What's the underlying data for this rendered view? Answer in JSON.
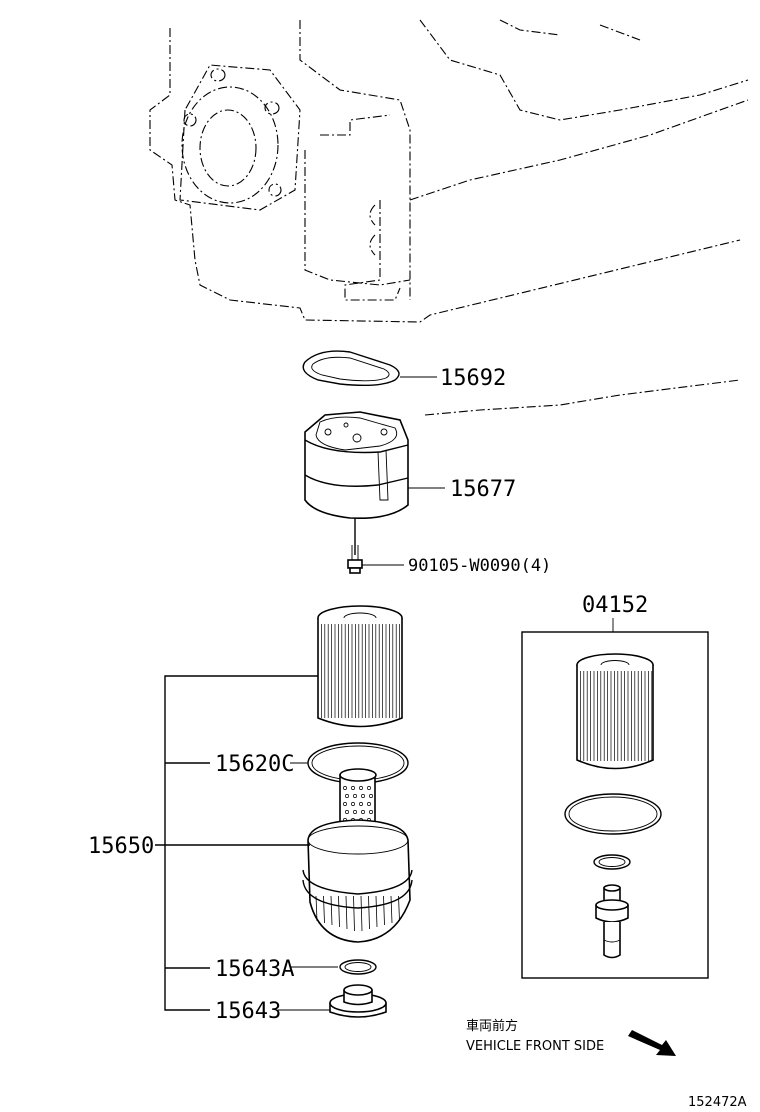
{
  "parts": {
    "gasket": "15692",
    "housing": "15677",
    "bolt": "90105-W0090(4)",
    "filter_kit": "04152",
    "cap_assembly": "15650",
    "o_ring": "15620C",
    "drain_gasket": "15643A",
    "drain_plug": "15643"
  },
  "note": {
    "japanese": "車両前方",
    "english": "VEHICLE FRONT SIDE"
  },
  "figure_id": "152472A"
}
